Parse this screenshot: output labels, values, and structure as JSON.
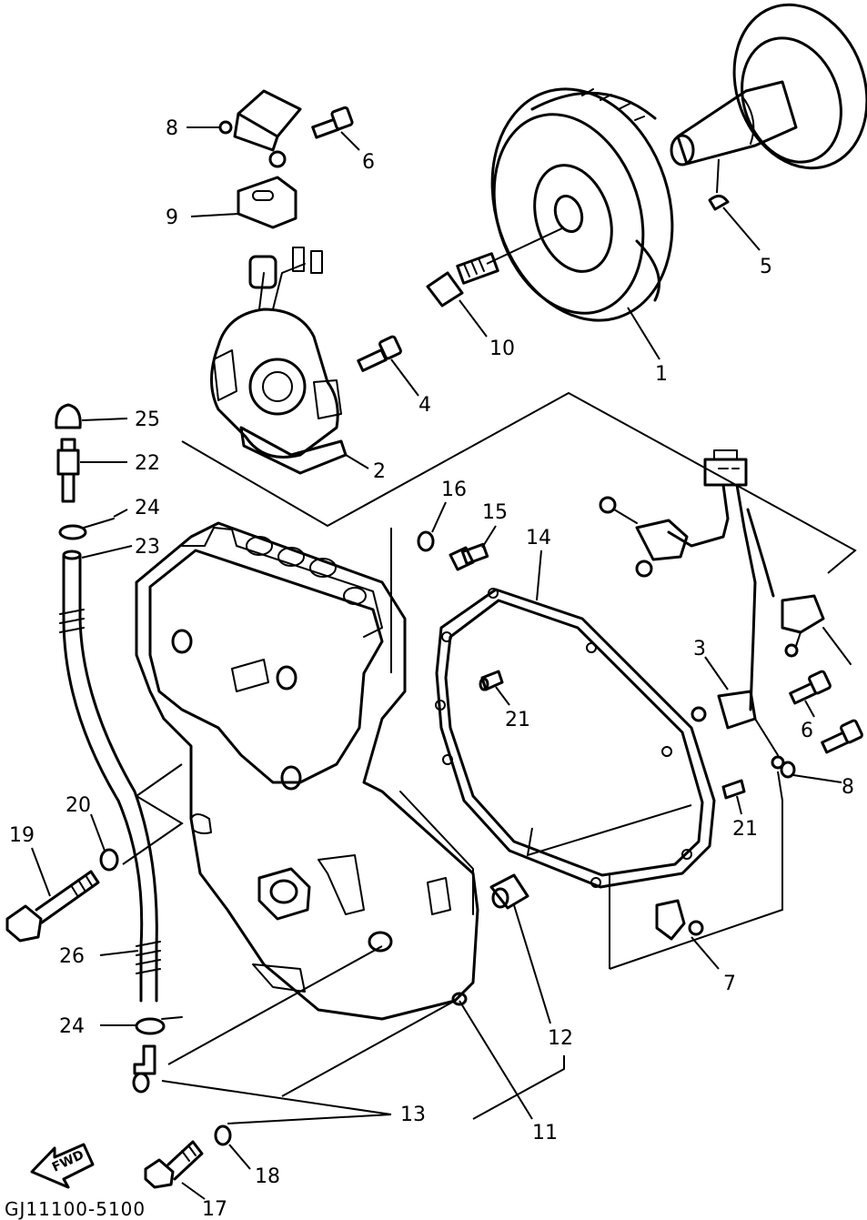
{
  "diagram_code": "GJ11100-5100",
  "fwd_label": "FWD",
  "callouts": {
    "c1": "1",
    "c2": "2",
    "c3": "3",
    "c4": "4",
    "c5": "5",
    "c6a": "6",
    "c6b": "6",
    "c7": "7",
    "c8a": "8",
    "c8b": "8",
    "c9": "9",
    "c10": "10",
    "c11": "11",
    "c12": "12",
    "c13": "13",
    "c14": "14",
    "c15": "15",
    "c16": "16",
    "c17": "17",
    "c18": "18",
    "c19": "19",
    "c20": "20",
    "c21a": "21",
    "c21b": "21",
    "c22": "22",
    "c23": "23",
    "c24a": "24",
    "c24b": "24",
    "c25": "25",
    "c26": "26"
  }
}
